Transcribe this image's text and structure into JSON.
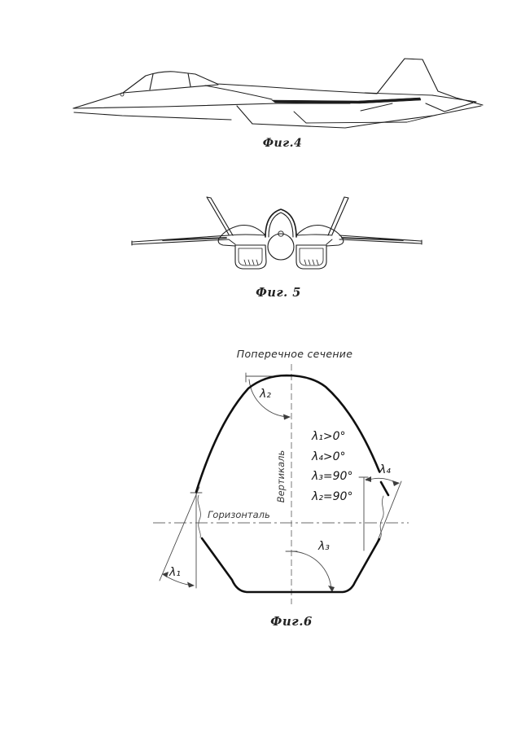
{
  "page": {
    "ink_color": "#1c1c1c",
    "background": "#ffffff"
  },
  "figures": {
    "fig4": {
      "caption": "Фиг.4",
      "subject": "fighter-aircraft-side-view"
    },
    "fig5": {
      "caption": "Фиг. 5",
      "subject": "fighter-aircraft-front-view"
    },
    "fig6": {
      "caption": "Фиг.6",
      "title": "Поперечное сечение",
      "axis_vertical_label": "Вертикаль",
      "axis_horizontal_label": "Горизонталь",
      "angle_labels": {
        "lambda1": "λ₁",
        "lambda2": "λ₂",
        "lambda3": "λ₃",
        "lambda4": "λ₄"
      },
      "equations": [
        "λ₁>0°",
        "λ₄>0°",
        "λ₃=90°",
        "λ₂=90°"
      ]
    }
  }
}
